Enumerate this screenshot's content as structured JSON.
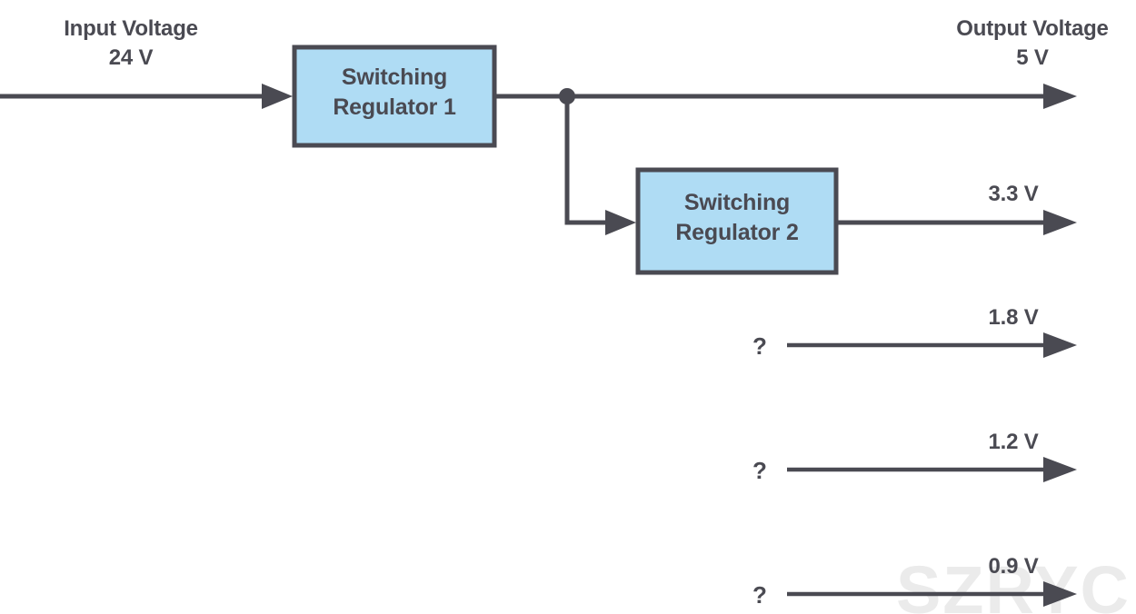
{
  "diagram": {
    "type": "power-supply-block-diagram",
    "background_color": "#ffffff",
    "line_color": "#4a4a52",
    "block_fill_color": "#afdcf4",
    "block_stroke_color": "#4a4a52",
    "watermark_color": "#ebebeb",
    "watermark_text": "SZRYC",
    "input": {
      "title": "Input Voltage",
      "value": "24 V"
    },
    "output_header": {
      "title": "Output Voltage",
      "value": "5 V"
    },
    "blocks": [
      {
        "id": "switching-regulator-1",
        "label": "Switching\nRegulator 1"
      },
      {
        "id": "switching-regulator-2",
        "label": "Switching\nRegulator 2"
      }
    ],
    "rails": [
      {
        "id": "rail-5v",
        "value": "5 V",
        "source": "Switching Regulator 1",
        "unknown_marker": ""
      },
      {
        "id": "rail-3v3",
        "value": "3.3 V",
        "source": "Switching Regulator 2",
        "unknown_marker": ""
      },
      {
        "id": "rail-1v8",
        "value": "1.8 V",
        "source": "",
        "unknown_marker": "?"
      },
      {
        "id": "rail-1v2",
        "value": "1.2 V",
        "source": "",
        "unknown_marker": "?"
      },
      {
        "id": "rail-0v9",
        "value": "0.9 V",
        "source": "",
        "unknown_marker": "?"
      }
    ]
  }
}
